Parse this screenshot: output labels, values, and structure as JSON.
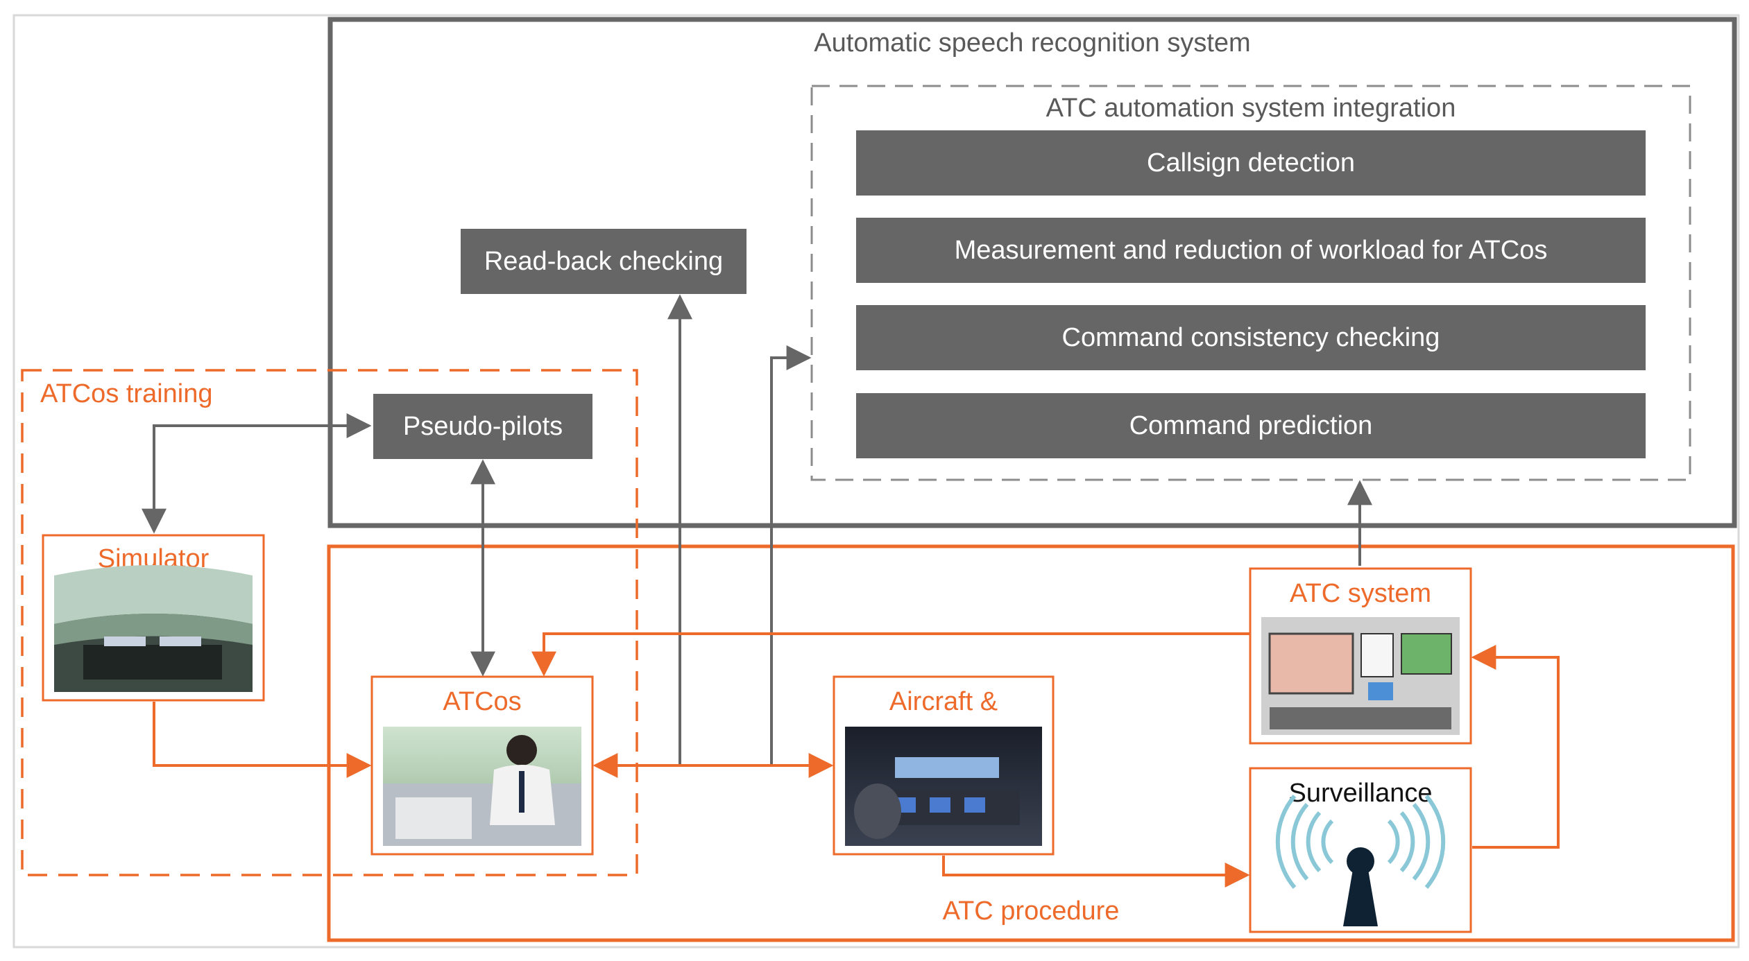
{
  "asr_system": {
    "title": "Automatic speech recognition system",
    "integration": {
      "title": "ATC automation system integration",
      "modules": [
        "Callsign detection",
        "Measurement and reduction of workload for ATCos",
        "Command consistency checking",
        "Command prediction"
      ]
    },
    "readback": "Read-back checking",
    "pseudo_pilots": "Pseudo-pilots"
  },
  "training": {
    "title": "ATCos training",
    "simulator": "Simulator"
  },
  "procedure": {
    "title": "ATC procedure",
    "atcos": "ATCos",
    "aircraft": "Aircraft &",
    "atc_system": "ATC system",
    "surveillance": "Surveillance"
  },
  "colors": {
    "orange": "#ED6A2A",
    "gray": "#666666",
    "box_gray": "#666666",
    "text_gray": "#595959"
  }
}
